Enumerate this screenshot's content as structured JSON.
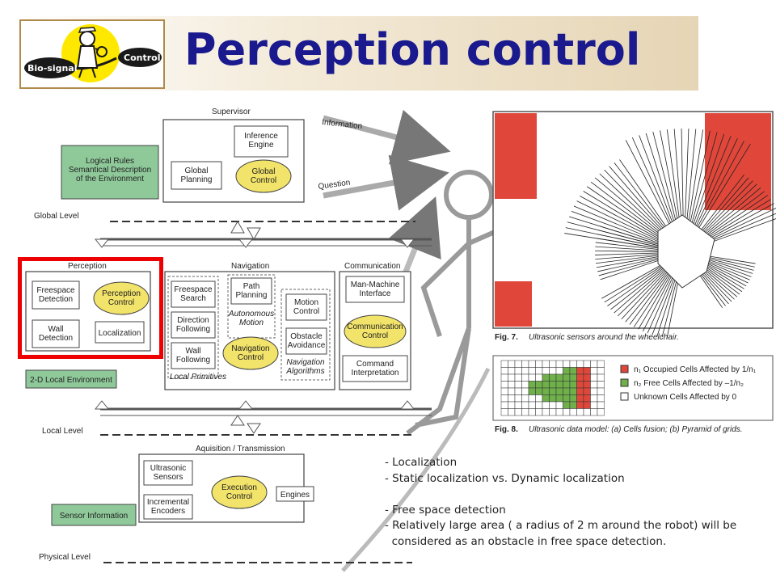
{
  "title": "Perception control",
  "logo": {
    "left_text": "Bio-signal",
    "right_text": "Control",
    "icon": "person-inspecting-icon"
  },
  "diagram": {
    "supervisor": {
      "label": "Supervisor",
      "inference": "Inference\nEngine",
      "global_planning": "Global\nPlanning",
      "global_control": "Global\nControl"
    },
    "logical_rules": "Logical Rules\n\nSemantical Description\nof the Environment",
    "info_arrow": "Information",
    "question_arrow": "Question",
    "global_level": "Global Level",
    "perception": {
      "label": "Perception",
      "freespace": "Freespace\nDetection",
      "perception_control": "Perception\nControl",
      "wall": "Wall\nDetection",
      "localization": "Localization"
    },
    "navigation": {
      "label": "Navigation",
      "freespace_search": "Freespace\nSearch",
      "path_planning": "Path\nPlanning",
      "autonomous_motion": "Autonomous\nMotion",
      "motion_control": "Motion\nControl",
      "direction_following": "Direction\nFollowing",
      "obstacle_avoidance": "Obstacle\nAvoidance",
      "wall_following": "Wall\nFollowing",
      "navigation_control": "Navigation\nControl",
      "local_primitives": "Local Primitives",
      "navigation_algorithms": "Navigation\nAlgorithms"
    },
    "communication": {
      "label": "Communication",
      "mmi": "Man-Machine\nInterface",
      "comm_control": "Communication\nControl",
      "command": "Command\nInterpretation"
    },
    "local_env": "2-D Local Environment",
    "local_level": "Local Level",
    "acquisition": {
      "label": "Aquisition / Transmission",
      "ultrasonic": "Ultrasonic\nSensors",
      "execution": "Execution\nControl",
      "engines": "Engines",
      "encoders": "Incremental\nEncoders"
    },
    "sensor_info": "Sensor Information",
    "physical_level": "Physical Level"
  },
  "fig7_caption": {
    "prefix": "Fig. 7.",
    "text": "Ultrasonic sensors around the wheelchair."
  },
  "fig8": {
    "legend": [
      {
        "color": "#e0473a",
        "text": "n₁ Occupied Cells Affected by 1/n₁"
      },
      {
        "color": "#6fb04a",
        "text": "n₂ Free Cells Affected by –1/n₂"
      },
      {
        "color": "#ffffff",
        "text": "Unknown Cells Affected by 0"
      }
    ],
    "caption_prefix": "Fig. 8.",
    "caption_text": "Ultrasonic data model: (a) Cells fusion; (b) Pyramid of grids."
  },
  "notes": [
    "- Localization",
    "- Static localization vs. Dynamic localization",
    "",
    "- Free space detection",
    "- Relatively large area ( a radius of 2 m around the robot) will be",
    "  considered as an obstacle in free space detection."
  ],
  "colors": {
    "title": "#1a1a8e",
    "highlight": "#ee0000",
    "occupied": "#e0473a",
    "free": "#6fb04a",
    "ellipse": "#f2e36a",
    "green_box": "#8fc99a"
  }
}
